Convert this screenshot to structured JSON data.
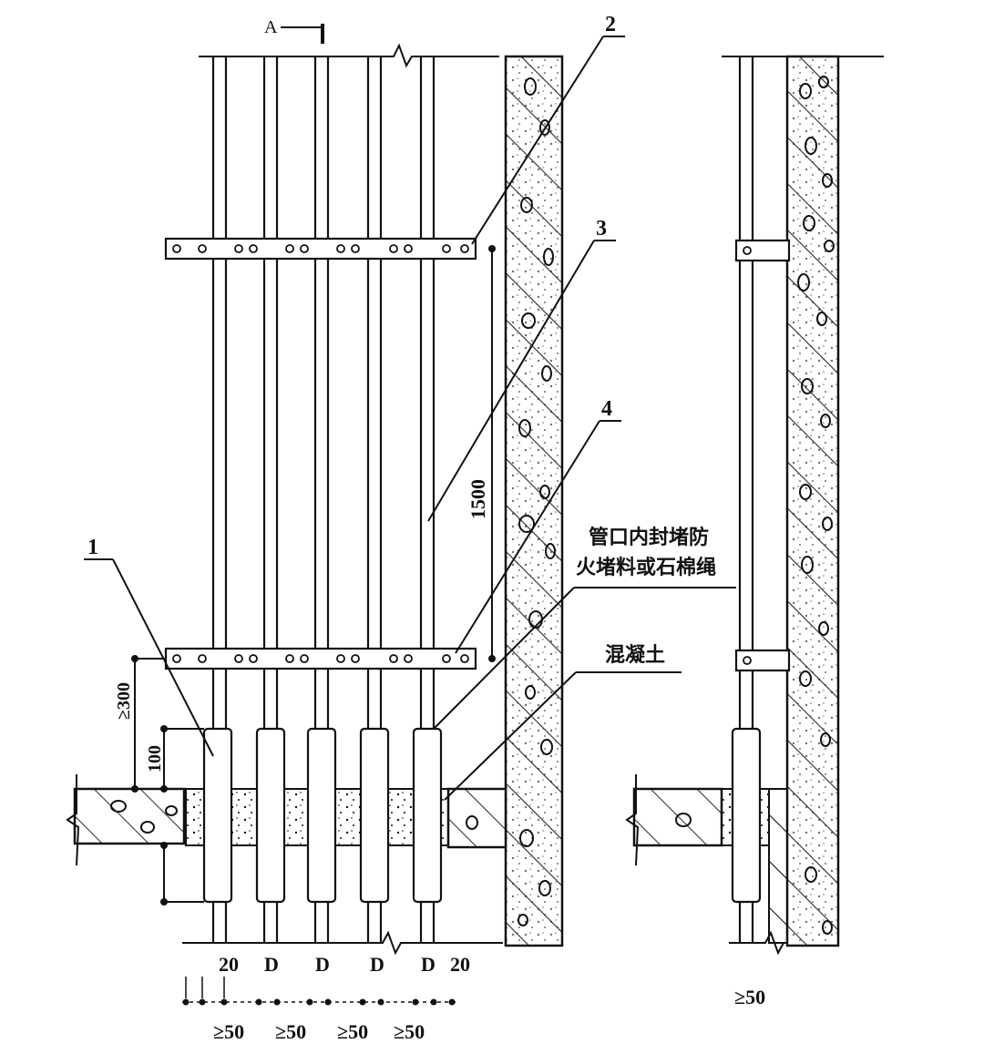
{
  "section_mark": "A",
  "callouts": {
    "c1": "1",
    "c2": "2",
    "c3": "3",
    "c4": "4"
  },
  "notes": {
    "seal_line1": "管口内封堵防",
    "seal_line2": "火堵料或石棉绳",
    "concrete": "混凝土"
  },
  "dims": {
    "spacing": "1500",
    "ge300": "≥300",
    "d100": "100",
    "edge20_left": "20",
    "edge20_right": "20",
    "D": "D",
    "ge50": "≥50"
  },
  "colors": {
    "line": "#111111",
    "background": "#ffffff"
  }
}
